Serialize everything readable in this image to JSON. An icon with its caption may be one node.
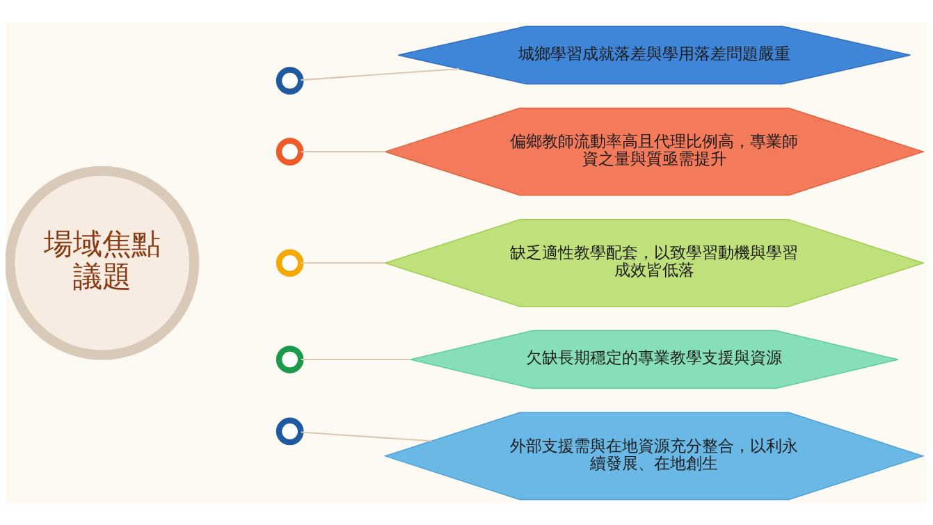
{
  "diagram": {
    "nodes": [
      {
        "text": [
          "場域焦點議題"
        ]
      },
      {
        "text": [],
        "shape": "circle"
      },
      {
        "text": [],
        "shape": "circle"
      },
      {
        "text": [],
        "shape": "circle"
      },
      {
        "text": [],
        "shape": "circle"
      },
      {
        "text": [],
        "shape": "circle"
      },
      {
        "text": [
          "城鄉學習成就落差與學用落差問題嚴重"
        ]
      },
      {
        "text": [
          "偏鄉教師流動率高且代理比例高，專業師資之量與質亟需提升"
        ]
      },
      {
        "text": [
          "缺乏適性教學配套，以致學習動機與學習成效皆低落"
        ]
      },
      {
        "text": [
          "欠缺長期穩定的專業教學支援與資源"
        ]
      },
      {
        "text": [
          "外部支援需與在地資源充分整合，以利永續發展、在地創生"
        ]
      }
    ],
    "edges": [
      {
        "from": 1,
        "to": 6,
        "arrow": "none"
      },
      {
        "from": 2,
        "to": 7,
        "arrow": "none"
      },
      {
        "from": 3,
        "to": 8,
        "arrow": "none"
      },
      {
        "from": 4,
        "to": 9,
        "arrow": "none"
      },
      {
        "from": 5,
        "to": 10,
        "arrow": "none"
      }
    ]
  }
}
